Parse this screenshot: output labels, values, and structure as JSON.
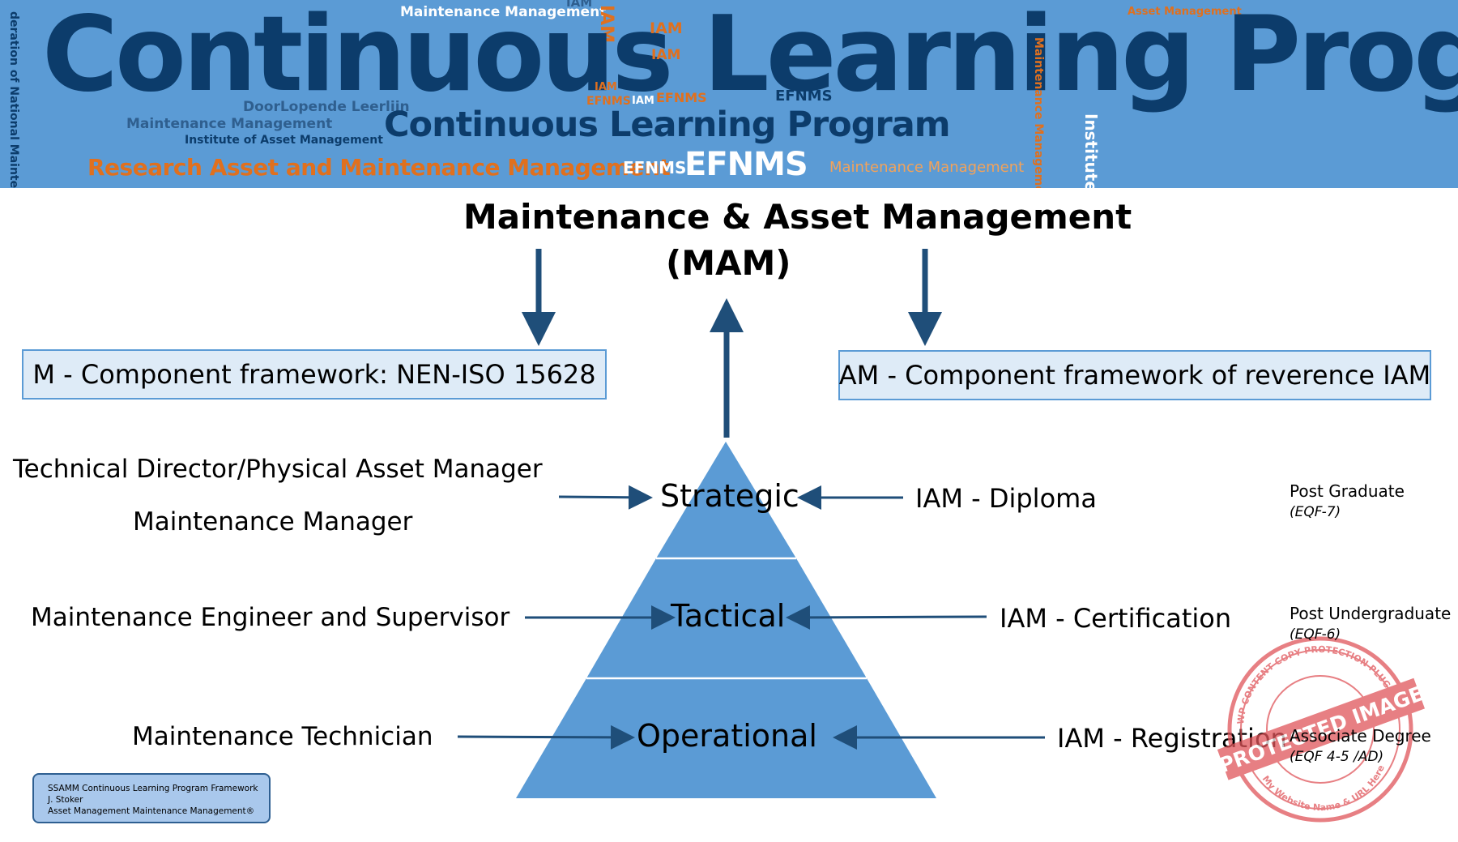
{
  "banner": {
    "main_title": "Continuous Learning Program",
    "sub_title": "Continuous Learning Program",
    "cloud_words": {
      "maintenance_management_top": "Maintenance Management",
      "iam_top": "IAM",
      "iam_vertical": "IAM",
      "iam_orange_1": "IAM",
      "iam_orange_2": "IAM",
      "iam_small_1": "IAM",
      "iam_small_2": "IAM",
      "efnms_orange_1": "EFNMS",
      "efnms_orange_2": "EFNMS",
      "efnms_dark": "EFNMS",
      "efnms_white_small": "EFNMS",
      "efnms_white_large": "EFNMS",
      "asset_management_top": "Asset Management",
      "doorlopende_leerlijn": "DoorLopende Leerlijn",
      "maintenance_management_left": "Maintenance Management",
      "institute_iam": "Institute of Asset Management",
      "research": "Research Asset and Maintenance Management",
      "maintenance_management_right": "Maintenance Management",
      "maintenance_management_vertical": "Maintenance Management",
      "institute_vertical": "Institute",
      "federation_vertical": "deration of National Maintenan"
    }
  },
  "diagram": {
    "heading_line1": "Maintenance   &   Asset Management",
    "heading_line2": "(MAM)",
    "left_box": "M - Component framework: NEN-ISO 15628",
    "right_box": "AM - Component framework of reverence IAM",
    "levels": {
      "strategic": "Strategic",
      "tactical": "Tactical",
      "operational": "Operational"
    },
    "roles": {
      "technical_director": "Technical Director/Physical Asset Manager",
      "maintenance_manager": "Maintenance Manager",
      "engineer": "Maintenance Engineer and Supervisor",
      "technician": "Maintenance Technician"
    },
    "iam_quals": {
      "diploma": "IAM - Diploma",
      "certification": "IAM - Certification",
      "registration": "IAM - Registration"
    },
    "education": [
      {
        "label": "Post Graduate",
        "eqf": "(EQF-7)"
      },
      {
        "label": "Post Undergraduate",
        "eqf": "(EQF-6)"
      },
      {
        "label": "Associate Degree",
        "eqf": "(EQF 4-5 /AD)"
      }
    ],
    "footer": {
      "line1": "SSAMM Continuous Learning Program Framework",
      "line2": "J. Stoker",
      "line3": "Asset Management  Maintenance Management®"
    },
    "stamp": {
      "ring_text": "WP CONTENT COPY PROTECTION PLUGIN",
      "band_text": "PROTECTED IMAGE",
      "bottom_text": "My Website Name & URL Here"
    }
  },
  "colors": {
    "banner_bg": "#5b9bd5",
    "banner_dark_text": "#0c3c6b",
    "banner_orange": "#e0701e",
    "pyramid_fill": "#5b9bd5",
    "arrow": "#1f4e79",
    "box_fill": "#deebf7",
    "stamp": "#e0555a"
  }
}
